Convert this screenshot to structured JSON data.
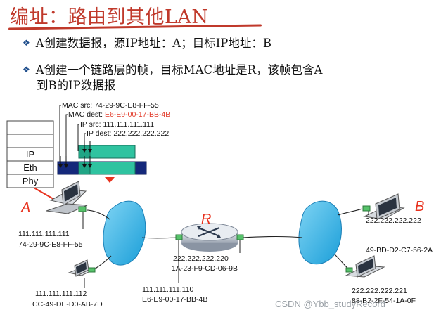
{
  "title": "编址：路由到其他LAN",
  "bullets": [
    "A创建数据报，源IP地址：A；目标IP地址：B",
    "A创建一个链路层的帧，目标MAC地址是R，该帧包含A",
    "到B的IP数据报"
  ],
  "frame_labels": {
    "mac_src": "MAC src: 74-29-9C-E8-FF-55",
    "mac_dest_prefix": "MAC dest: ",
    "mac_dest_value": "E6-E9-00-17-BB-4B",
    "ip_src": "IP src: 111.111.111.111",
    "ip_dest": "IP dest: 222.222.222.222"
  },
  "stack_layers": [
    "IP",
    "Eth",
    "Phy"
  ],
  "hosts": {
    "a_label": "A",
    "a_ip": "111.111.111.111",
    "a_mac": "74-29-9C-E8-FF-55",
    "a2_ip": "111.111.111.112",
    "a2_mac": "CC-49-DE-D0-AB-7D",
    "b_label": "B",
    "b_ip": "222.222.222.222",
    "b_mac": "49-BD-D2-C7-56-2A",
    "b2_ip": "222.222.222.221",
    "b2_mac": "88-B2-2F-54-1A-0F"
  },
  "router": {
    "label": "R",
    "left_ip": "111.111.111.110",
    "left_mac": "E6-E9-00-17-BB-4B",
    "right_ip": "222.222.222.220",
    "right_mac": "1A-23-F9-CD-06-9B"
  },
  "watermark": "CSDN @Ybb_studyRecord",
  "colors": {
    "title": "#c0392b",
    "accent_red": "#e8321e",
    "cloud": "#33b5e8",
    "frame_green": "#2fc3a0",
    "frame_blue": "#14287a"
  }
}
